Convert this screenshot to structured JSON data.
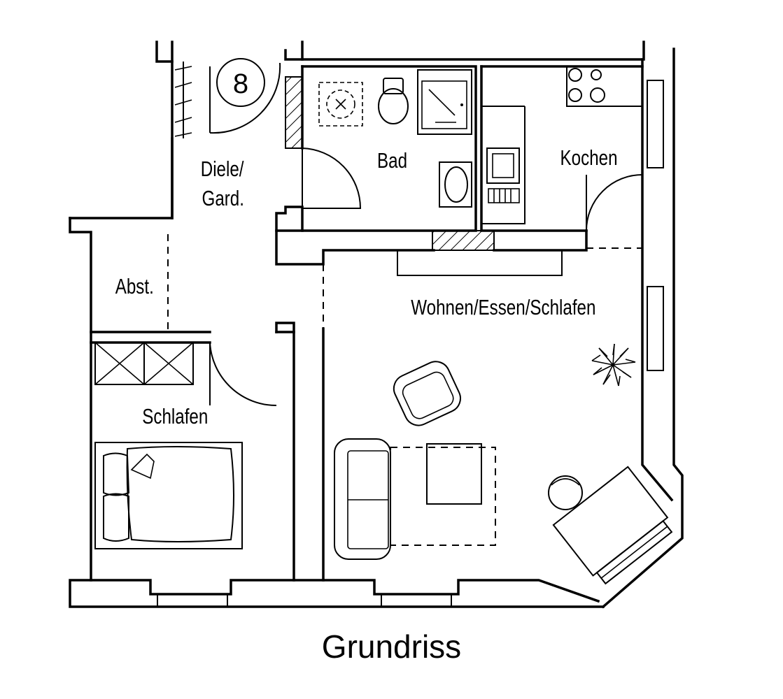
{
  "caption": "Grundriss",
  "unit_number": "8",
  "rooms": {
    "diele_line1": "Diele/",
    "diele_line2": "Gard.",
    "bad": "Bad",
    "kochen": "Kochen",
    "abst": "Abst.",
    "wohnen": "Wohnen/Essen/Schlafen",
    "schlafen": "Schlafen"
  },
  "icons": {
    "shower": "shower-icon",
    "toilet": "toilet-icon",
    "washbasin": "washbasin-icon",
    "washing_machine": "washing-machine-icon",
    "stove": "stove-icon",
    "bed": "bed-icon",
    "armchair": "armchair-icon",
    "sofa": "sofa-icon",
    "plant": "plant-icon",
    "desk": "desk-icon"
  }
}
